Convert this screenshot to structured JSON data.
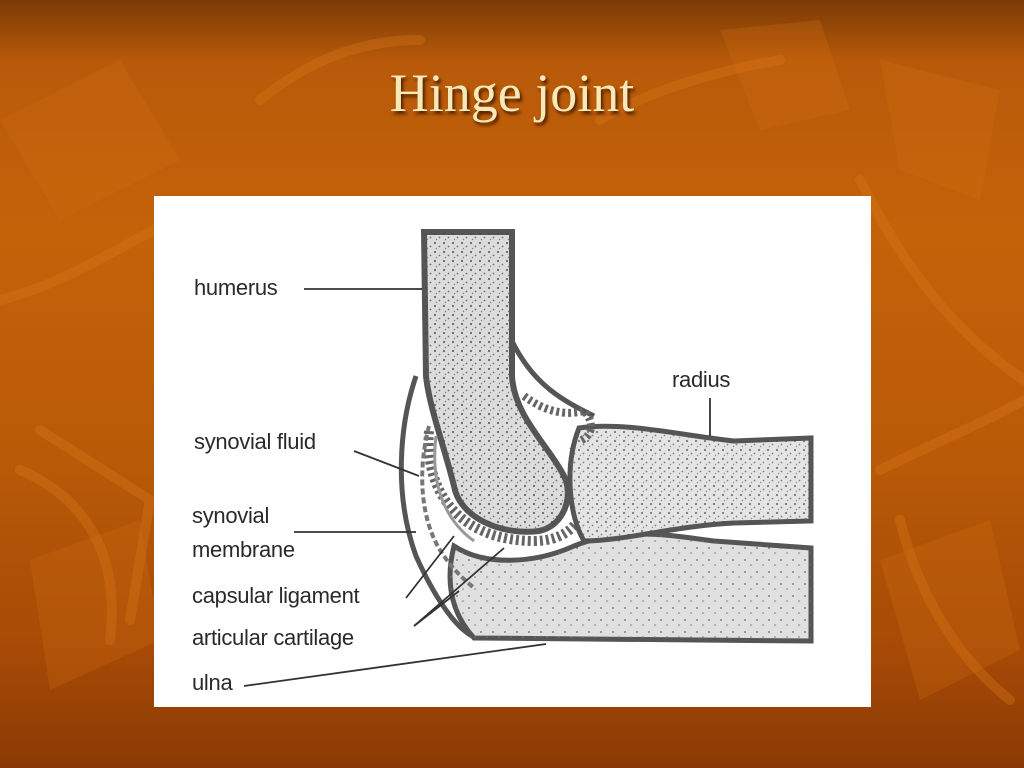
{
  "slide": {
    "title": "Hinge joint"
  },
  "diagram": {
    "labels": {
      "humerus": "humerus",
      "radius": "radius",
      "synovial_fluid": "synovial fluid",
      "synovial_membrane_line1": "synovial",
      "synovial_membrane_line2": "membrane",
      "capsular_ligament": "capsular ligament",
      "articular_cartilage": "articular cartilage",
      "ulna": "ulna"
    }
  },
  "colors": {
    "background": "#c46209",
    "title": "#f7e8b8",
    "figure_background": "#ffffff",
    "ink": "#555555"
  }
}
